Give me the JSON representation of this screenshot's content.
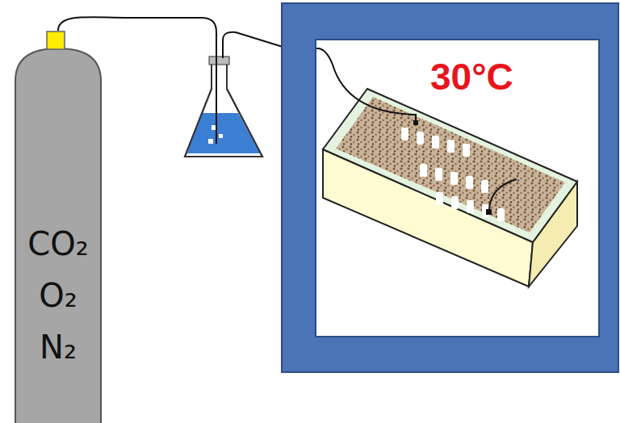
{
  "diagram": {
    "nodes": [
      {
        "text": [
          "CO₂ O₂ N₂"
        ]
      },
      {
        "text": [
          "30°C"
        ]
      }
    ],
    "edges": [
      {
        "from": 0,
        "to": 1,
        "arrow": "none"
      }
    ]
  }
}
